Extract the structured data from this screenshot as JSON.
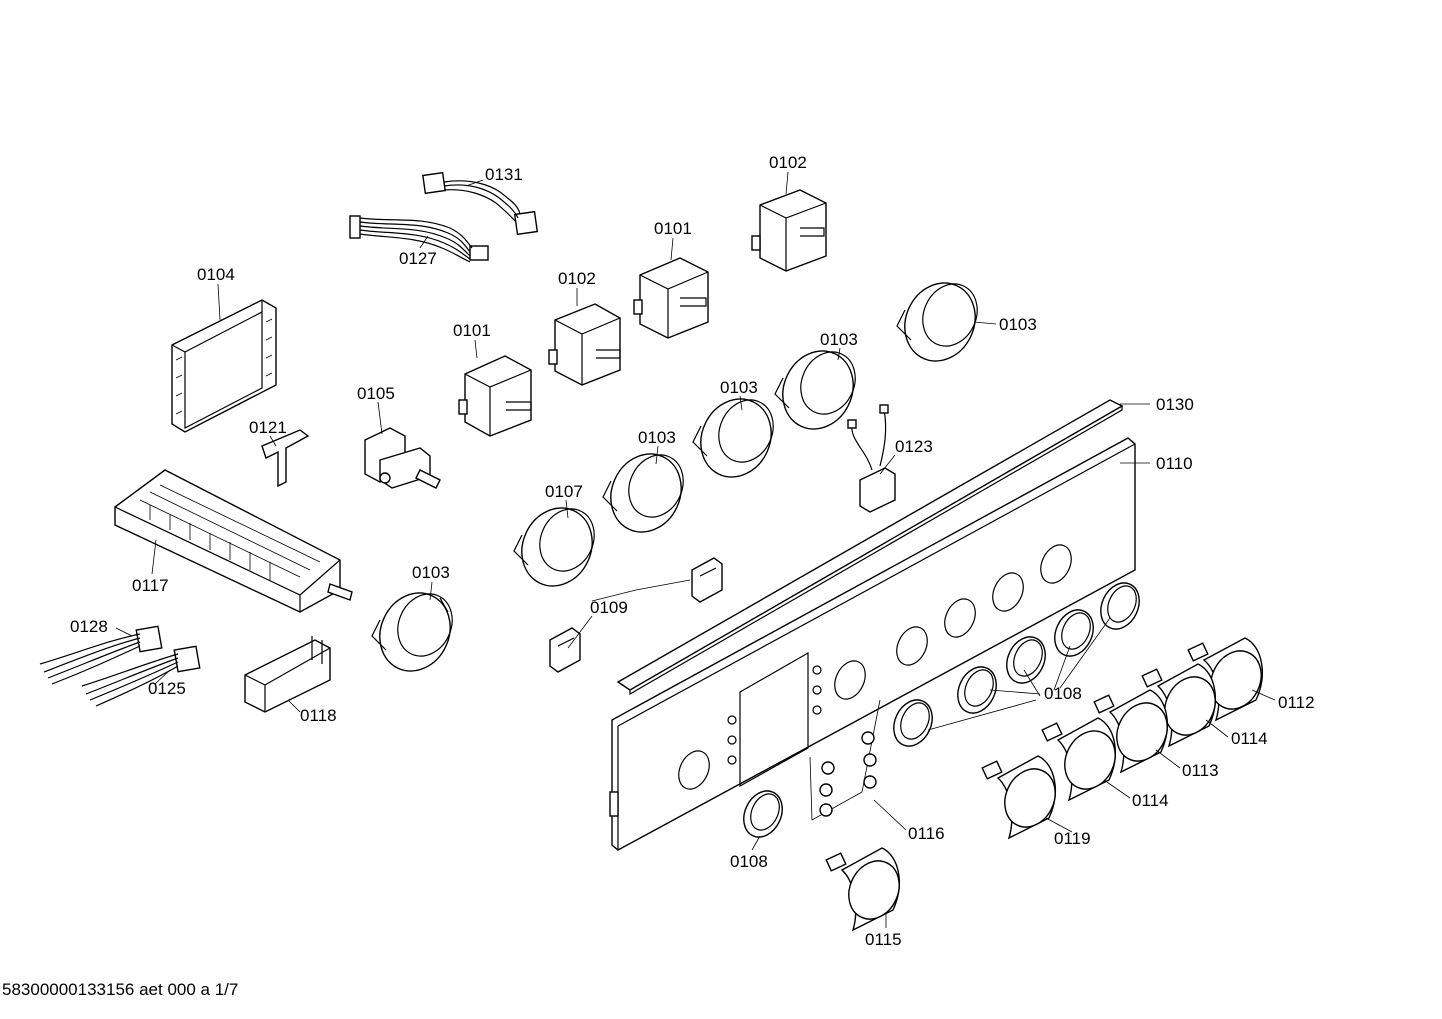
{
  "footer": "58300000133156 aet 000 a 1/7",
  "callouts": {
    "c0131": "0131",
    "c0127": "0127",
    "c0102a": "0102",
    "c0101a": "0101",
    "c0102b": "0102",
    "c0101b": "0101",
    "c0104": "0104",
    "c0105": "0105",
    "c0121": "0121",
    "c0103a": "0103",
    "c0103b": "0103",
    "c0103c": "0103",
    "c0103d": "0103",
    "c0103e": "0103",
    "c0107": "0107",
    "c0130": "0130",
    "c0110": "0110",
    "c0123": "0123",
    "c0117": "0117",
    "c0109": "0109",
    "c0128": "0128",
    "c0125": "0125",
    "c0118": "0118",
    "c0108a": "0108",
    "c0108b": "0108",
    "c0112": "0112",
    "c0114a": "0114",
    "c0113": "0113",
    "c0114b": "0114",
    "c0119": "0119",
    "c0116": "0116",
    "c0115": "0115"
  }
}
